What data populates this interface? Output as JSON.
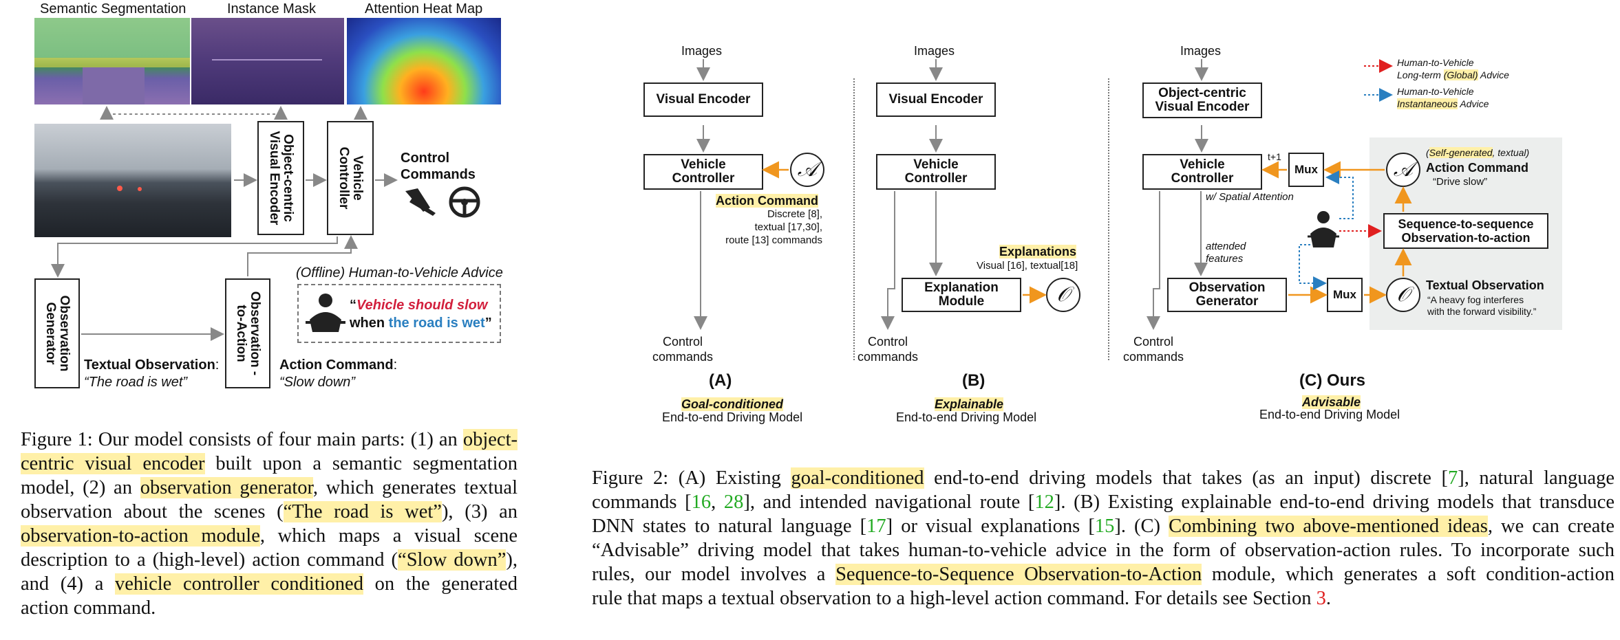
{
  "fig1": {
    "headers": [
      "Semantic Segmentation",
      "Instance Mask",
      "Attention Heat Map"
    ],
    "encoder": "Object-centric Visual Encoder",
    "controller": "Vehicle Controller",
    "control_commands": "Control Commands",
    "obs_generator": "Observation Generator",
    "obs_to_action": "Observation -to-Action",
    "advice_title": "(Offline) Human-to-Vehicle Advice",
    "advice_quote_open": "“",
    "advice_red": "Vehicle should slow",
    "advice_when": " when ",
    "advice_blue": "the road is wet",
    "advice_quote_close": "”",
    "textual_obs_label": "Textual Observation",
    "textual_obs_colon": ":",
    "textual_obs_value": "“The road is wet”",
    "action_cmd_label": "Action Command",
    "action_cmd_colon": ":",
    "action_cmd_value": "“Slow down”"
  },
  "fig1_caption": {
    "t1": "Figure 1: Our model consists of four main parts: (1) an ",
    "h1": "object-centric visual encoder",
    "t2": " built upon a semantic segmentation model, (2) an ",
    "h2": "observation generator",
    "t3": ", which generates textual observation about the scenes (",
    "h3": "“The road is wet”",
    "t4": "), (3) an ",
    "h4": "observation-to-action module",
    "t5": ", which maps a visual scene description to a (high-level) action command (",
    "h5": "“Slow down”",
    "t6": "), and (4) a ",
    "h6": "vehicle controller conditioned",
    "t7": " on the generated action command."
  },
  "fig2": {
    "images": "Images",
    "visual_encoder": "Visual Encoder",
    "obj_visual_encoder": "Object-centric Visual Encoder",
    "vehicle_controller": "Vehicle Controller",
    "control_commands": "Control commands",
    "action_command": "Action Command",
    "action_command_detail": [
      "Discrete [8],",
      "textual [17,30],",
      "route [13] commands"
    ],
    "explanations": "Explanations",
    "explanations_detail": "Visual [16], textual[18]",
    "explanation_module": "Explanation Module",
    "symbol_a": "𝒜",
    "symbol_o": "𝒪",
    "label_a": "(A)",
    "label_b": "(B)",
    "label_c": "(C) Ours",
    "tag_a": "Goal-conditioned",
    "tag_b": "Explainable",
    "tag_c": "Advisable",
    "subtitle": "End-to-end Driving Model",
    "t_plus_1": "t+1",
    "mux": "Mux",
    "spatial_attention": "w/ Spatial Attention",
    "attended_features": "attended features",
    "obs_generator": "Observation Generator",
    "seq2seq": "Sequence-to-sequence Observation-to-action",
    "self_generated_open": "(",
    "self_generated": "Self-generated",
    "self_generated_rest": ", textual)",
    "action_command_c": "Action Command",
    "drive_slow": "“Drive slow”",
    "textual_observation": "Textual Observation",
    "fog_text": [
      "“A heavy fog interferes",
      "with the forward visibility.”"
    ],
    "legend_global_1": "Human-to-Vehicle",
    "legend_global_2a": "Long-term ",
    "legend_global_2b": "(Global)",
    "legend_global_2c": " Advice",
    "legend_inst_1": "Human-to-Vehicle",
    "legend_inst_2a": "Instantaneous",
    "legend_inst_2b": " Advice",
    "colors": {
      "orange": "#f0961e",
      "red_dotted": "#e02020",
      "blue_dotted": "#2a7fc0",
      "gray_arrow": "#888888",
      "highlight": "#fff0a8"
    }
  },
  "fig2_caption": {
    "line1": {
      "a": "Figure 2: (A) Existing ",
      "h": "goal-conditioned",
      "b": " end-to-end driving models that takes (as an input) discrete [",
      "r": "7",
      "c": "], natural language"
    },
    "line2": {
      "a": "commands [",
      "r1": "16",
      "s1": ", ",
      "r2": "28",
      "b": "], and intended navigational route [",
      "r3": "12",
      "c": "]. (B) Existing explainable end-to-end driving models that transduce"
    },
    "line3": {
      "a": "DNN states to natural language [",
      "r1": "17",
      "b": "] or visual explanations [",
      "r2": "15",
      "c": "]. (C) ",
      "h": "Combining two above-mentioned ideas",
      "d": ", we can create"
    },
    "line4": "“Advisable” driving model that takes human-to-vehicle advice in the form of observation-action rules. To incorporate such",
    "line5": {
      "a": "rules, our model involves a ",
      "h": "Sequence-to-Sequence Observation-to-Action",
      "b": " module, which generates a soft condition-action"
    },
    "line6": {
      "a": "rule that maps a textual observation to a high-level action command. For details see Section ",
      "r": "3",
      "b": "."
    }
  }
}
